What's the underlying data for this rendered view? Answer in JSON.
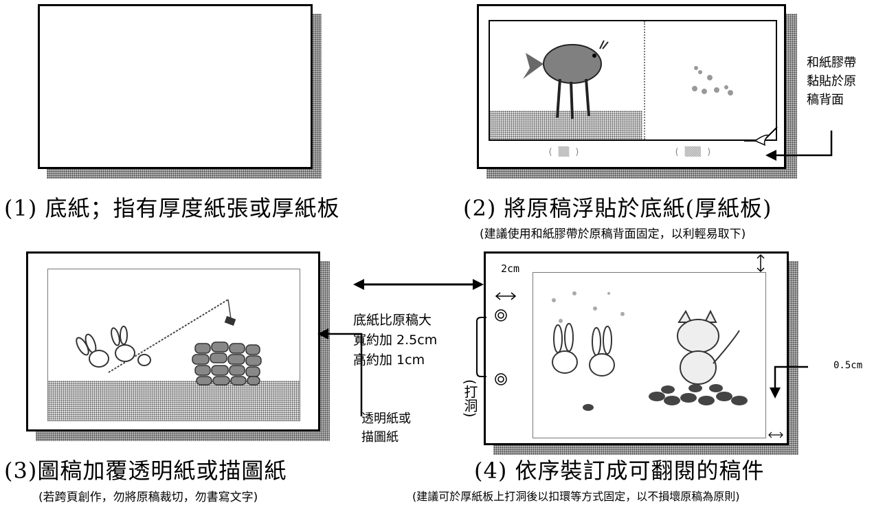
{
  "step1": {
    "caption": "(1) 底紙；指有厚度紙張或厚紙板"
  },
  "step2": {
    "caption": "(2) 將原稿浮貼於底紙(厚紙板)",
    "subcaption": "(建議使用和紙膠帶於原稿背面固定，以利輕易取下)",
    "tape_note": [
      "和紙膠帶",
      "黏貼於原",
      "稿背面"
    ]
  },
  "step3": {
    "caption": "(3)圖稿加覆透明紙或描圖紙",
    "subcaption": "(若跨頁創作，勿將原稿裁切，勿書寫文字)",
    "overlay_note": [
      "透明紙或",
      "描圖紙"
    ]
  },
  "step4": {
    "caption": "(4) 依序裝訂成可翻閱的稿件",
    "subcaption": "(建議可於厚紙板上打洞後以扣環等方式固定，以不損壞原稿為原則)",
    "punch_label": "(打洞)",
    "margin_left": "2cm",
    "margin_right": "0.5cm"
  },
  "size_note": [
    "底紙比原稿大",
    "寬約加 2.5cm",
    "高約加 1cm"
  ],
  "colors": {
    "ink": "#000000",
    "shadow": "#b8b8b8",
    "sheet_edge": "#777777"
  }
}
